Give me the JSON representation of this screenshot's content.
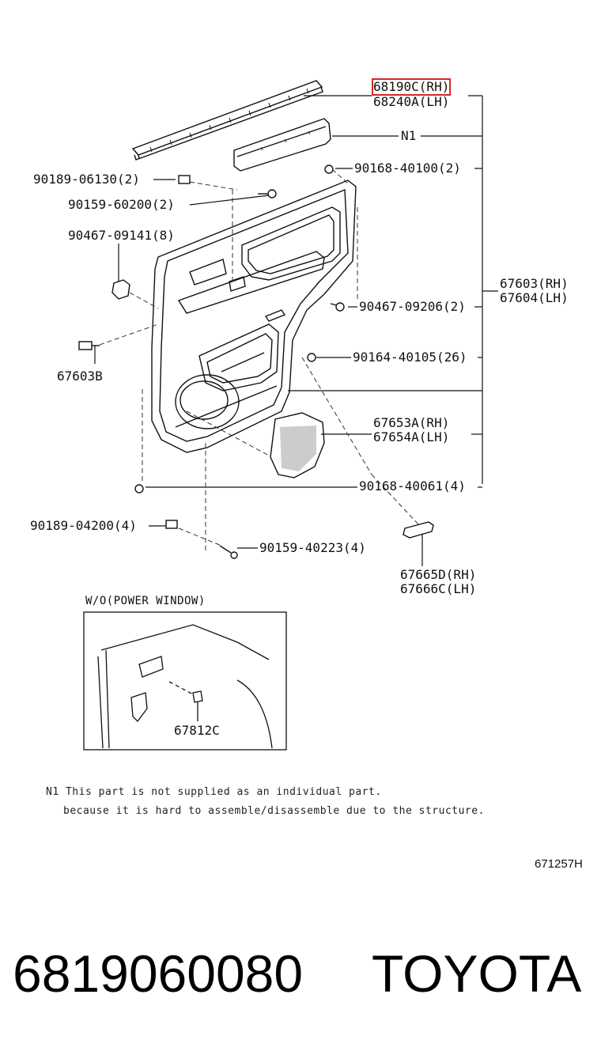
{
  "parts": {
    "p68190C": "68190C(RH)",
    "p68240A": "68240A(LH)",
    "n1": "N1",
    "p90168_40100": "90168-40100(2)",
    "p90189_06130": "90189-06130(2)",
    "p90159_60200": "90159-60200(2)",
    "p90467_09141": "90467-09141(8)",
    "p67603_rh": "67603(RH)",
    "p67604_lh": "67604(LH)",
    "p90467_09206": "90467-09206(2)",
    "p67603B": "67603B",
    "p90164_40105": "90164-40105(26)",
    "p67653A": "67653A(RH)",
    "p67654A": "67654A(LH)",
    "p90168_40061": "90168-40061(4)",
    "p90189_04200": "90189-04200(4)",
    "p90159_40223": "90159-40223(4)",
    "p67665D": "67665D(RH)",
    "p67666C": "67666C(LH)",
    "p67812C": "67812C"
  },
  "inset": {
    "title": "W/O(POWER WINDOW)"
  },
  "notes": {
    "line1": "N1 This part is not supplied as an individual part.",
    "line2": "because it is hard to assemble/disassemble due to the structure."
  },
  "illustration_id": "671257H",
  "footer": {
    "part_number": "6819060080",
    "brand": "TOYOTA"
  },
  "highlight_color": "#d62828"
}
